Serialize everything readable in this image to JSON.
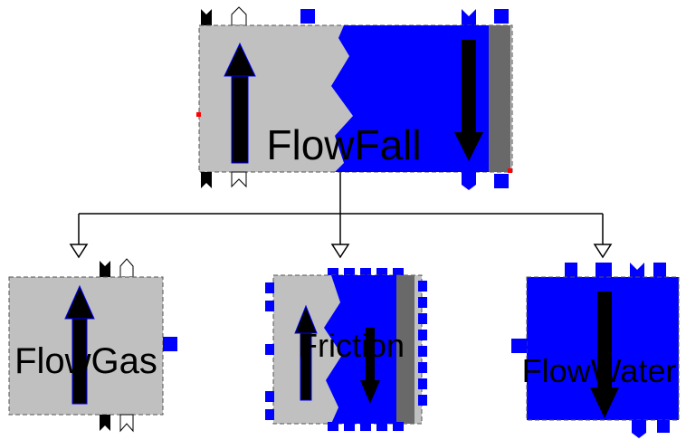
{
  "diagram": {
    "parent": {
      "label": "FlowFall"
    },
    "children": [
      {
        "label": "FlowGas"
      },
      {
        "label": "Friction"
      },
      {
        "label": "FlowWater"
      }
    ]
  },
  "colors": {
    "gas_gray": "#c0c0c0",
    "water_blue": "#0000ff",
    "wall_gray": "#696969",
    "arrow_black": "#000000",
    "connector_red": "#ff0000"
  }
}
